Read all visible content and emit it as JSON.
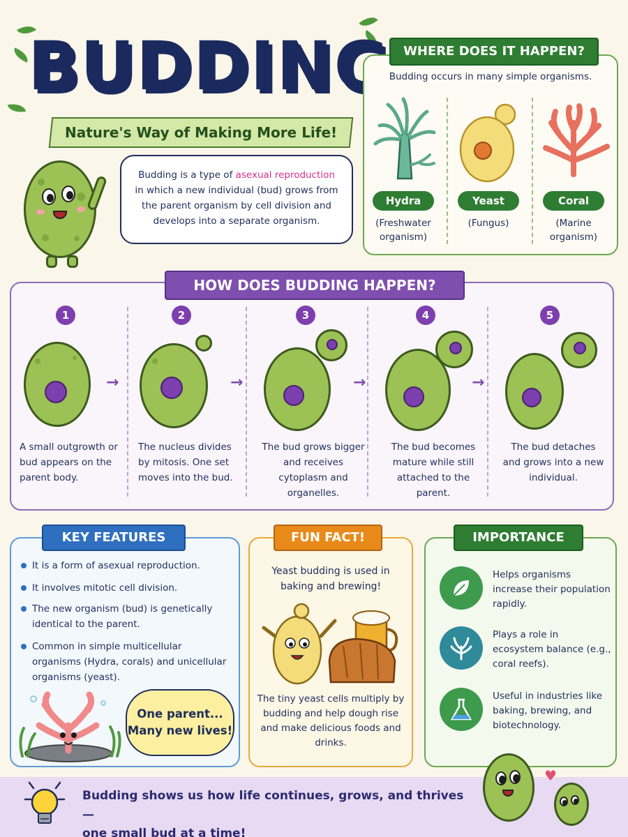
{
  "header": {
    "title": "BUDDING",
    "subtitle": "Nature's Way of Making More Life!"
  },
  "intro": {
    "before": "Budding is a type of ",
    "highlight": "asexual reproduction",
    "after": " in which a new individual (bud) grows from the parent organism by cell division and develops into a separate organism."
  },
  "where": {
    "heading": "WHERE DOES IT HAPPEN?",
    "subtitle": "Budding occurs in many simple organisms.",
    "organisms": [
      {
        "name": "Hydra",
        "note": "(Freshwater organism)"
      },
      {
        "name": "Yeast",
        "note": "(Fungus)"
      },
      {
        "name": "Coral",
        "note": "(Marine organism)"
      }
    ]
  },
  "how": {
    "heading": "HOW DOES BUDDING HAPPEN?",
    "steps": [
      {
        "num": "1",
        "text": "A small outgrowth or bud appears on the parent body."
      },
      {
        "num": "2",
        "text": "The nucleus divides by mitosis. One set moves into the bud."
      },
      {
        "num": "3",
        "text": "The bud grows bigger and receives cytoplasm and organelles."
      },
      {
        "num": "4",
        "text": "The bud becomes mature while still attached to the parent."
      },
      {
        "num": "5",
        "text": "The bud detaches and grows into a new individual."
      }
    ]
  },
  "key_features": {
    "heading": "KEY FEATURES",
    "items": [
      "It is a form of asexual reproduction.",
      "It involves mitotic cell division.",
      "The new organism (bud) is genetically identical to the parent.",
      "Common in simple multicellular organisms (Hydra, corals) and unicellular organisms (yeast)."
    ],
    "quote_line1": "One parent...",
    "quote_line2": "Many new lives!"
  },
  "fun_fact": {
    "heading": "FUN FACT!",
    "top": "Yeast budding is used in baking and brewing!",
    "bottom": "The tiny yeast cells multiply by budding and help dough rise and make delicious foods and drinks."
  },
  "importance": {
    "heading": "IMPORTANCE",
    "items": [
      {
        "icon": "leaf-icon",
        "text": "Helps organisms increase their population rapidly."
      },
      {
        "icon": "coral-icon",
        "text": "Plays a role in ecosystem balance (e.g., coral reefs)."
      },
      {
        "icon": "flask-icon",
        "text": "Useful in industries like baking, brewing, and biotechnology."
      }
    ]
  },
  "footer": {
    "line1": "Budding shows us how life continues, grows, and thrives—",
    "line2": "one small bud at a time!"
  },
  "colors": {
    "navy": "#1b2a5e",
    "green": "#2e7d32",
    "purple": "#7e4fae",
    "blue": "#2f6fbf",
    "orange": "#e88a1a",
    "cell_green": "#9cc155",
    "highlight_pink": "#d62f8a"
  }
}
